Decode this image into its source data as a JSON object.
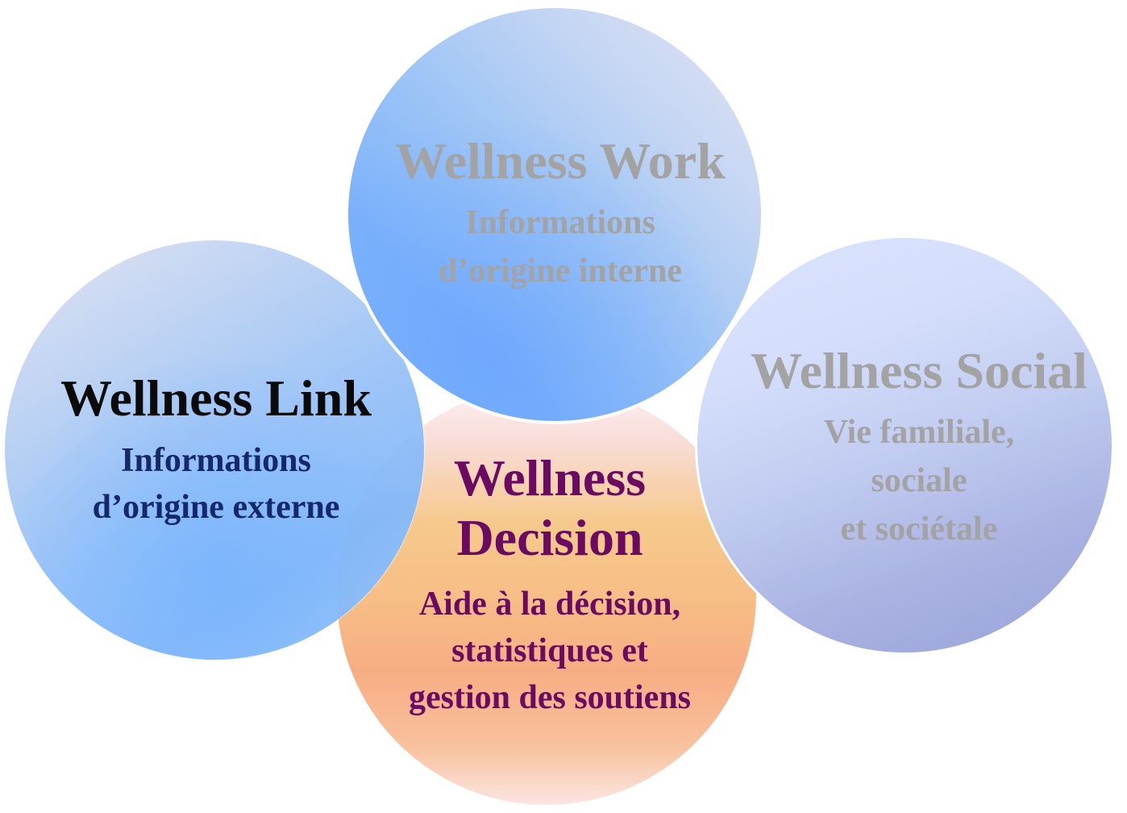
{
  "work": {
    "title": "Wellness Work",
    "lines": [
      "Informations",
      "d’origine interne"
    ]
  },
  "social": {
    "title": "Wellness Social",
    "lines": [
      "Vie familiale,",
      "sociale",
      "et sociétale"
    ]
  },
  "link": {
    "title": "Wellness Link",
    "lines": [
      "Informations",
      "d’origine externe"
    ]
  },
  "decision": {
    "title_lines": [
      "Wellness",
      "Decision"
    ],
    "lines": [
      "Aide à la décision,",
      "statistiques et",
      "gestion des soutiens"
    ]
  },
  "colors": {
    "link_title": "#0a0a0a",
    "link_text": "#14286a",
    "decision_text": "#6a0a62",
    "faded_text": "#a3a3a3"
  }
}
